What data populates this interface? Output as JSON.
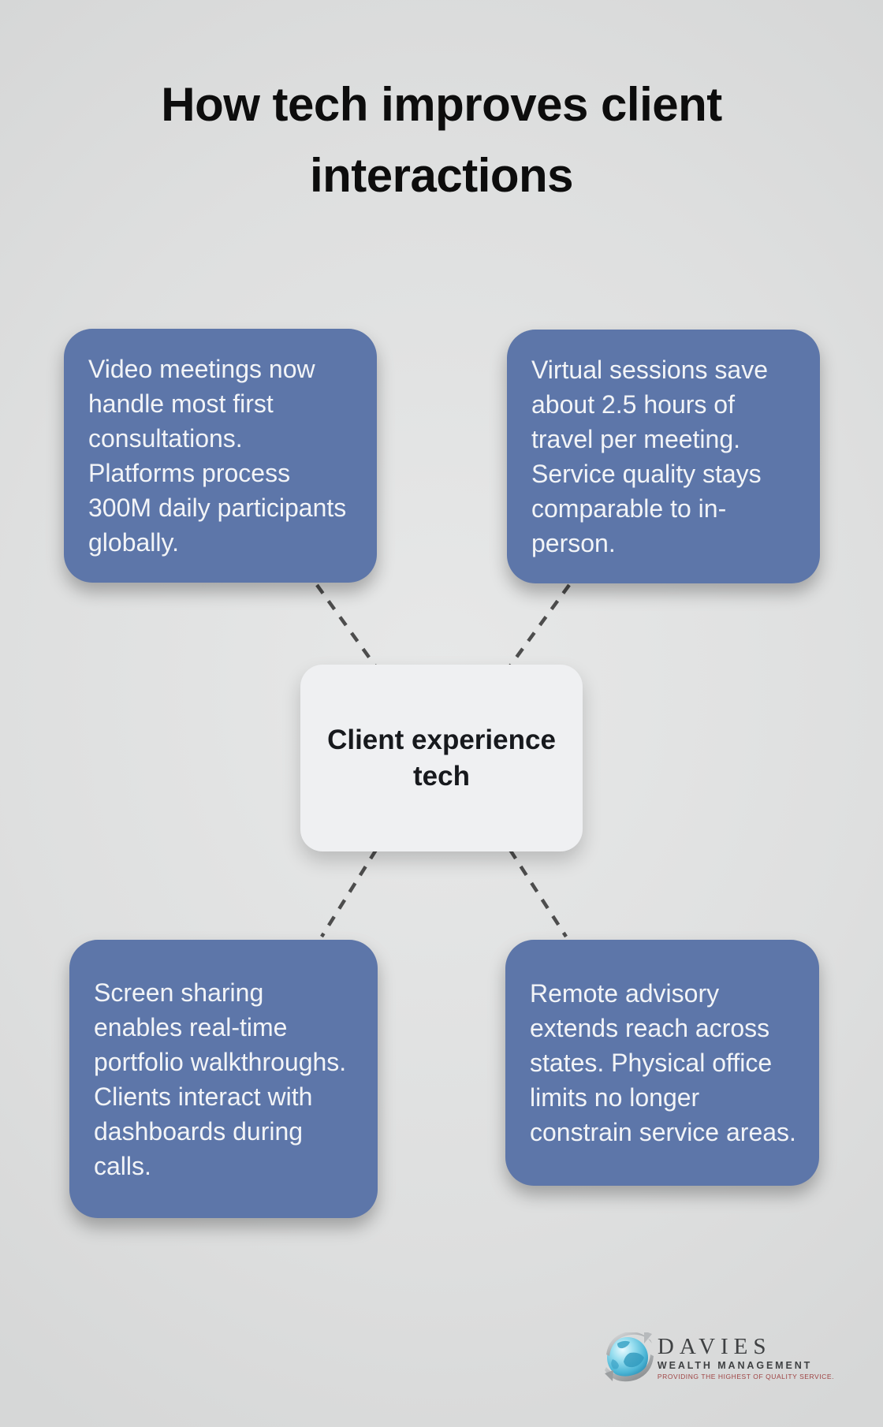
{
  "title": "How tech improves client interactions",
  "center": {
    "label": "Client experience tech"
  },
  "nodes": {
    "top_left": {
      "text": "Video meetings now handle most first consultations. Platforms process 300M daily participants globally."
    },
    "top_right": {
      "text": "Virtual sessions save about 2.5 hours of travel per meeting. Service quality stays comparable to in-person."
    },
    "bottom_left": {
      "text": "Screen sharing enables real-time portfolio walkthroughs. Clients interact with dashboards during calls."
    },
    "bottom_right": {
      "text": "Remote advisory extends reach across states. Physical office limits no longer constrain service areas."
    }
  },
  "logo": {
    "name": "DAVIES",
    "subtitle": "WEALTH MANAGEMENT",
    "tagline": "PROVIDING THE HIGHEST OF QUALITY SERVICE."
  },
  "colors": {
    "background": "#dedfdf",
    "node_background": "#5d76a9",
    "node_text": "#f2f4f7",
    "center_background": "#eff0f2",
    "center_text": "#17191d",
    "title_text": "#0d0d0d",
    "connector_dash": "#4d4d4d",
    "logo_text": "#3f4143",
    "logo_tagline": "#9e4343",
    "globe_blue": "#56c0dd"
  }
}
